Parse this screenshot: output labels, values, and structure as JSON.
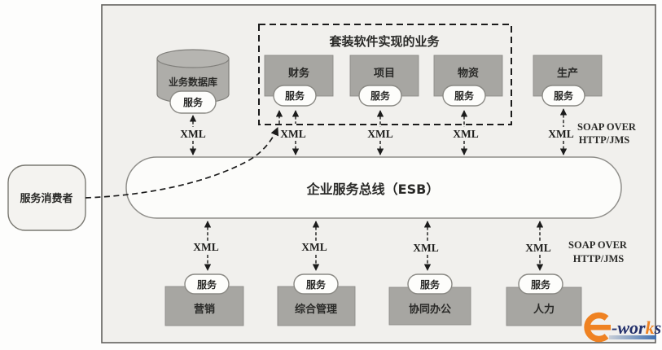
{
  "packaged_box": {
    "title": "套装软件实现的业务"
  },
  "database": {
    "label": "业务数据库"
  },
  "consumer": {
    "label": "服务消费者"
  },
  "esb": {
    "label": "企业服务总线（ESB）"
  },
  "top_modules": [
    {
      "label": "财务"
    },
    {
      "label": "项目"
    },
    {
      "label": "物资"
    },
    {
      "label": "生产"
    }
  ],
  "bottom_modules": [
    {
      "label": "营销"
    },
    {
      "label": "综合管理"
    },
    {
      "label": "协同办公"
    },
    {
      "label": "人力"
    }
  ],
  "labels": {
    "xml": "XML",
    "service": "服务",
    "soap_line1": "SOAP OVER",
    "soap_line2": "HTTP/JMS"
  },
  "logo": {
    "name": "e-works",
    "part_wor": "-wor",
    "part_k": "k",
    "part_s": "s"
  },
  "colors": {
    "module_gray": "#a7a6a2",
    "panel_bg": "#f1f0ed",
    "line_black": "#1c1c1c",
    "logo_orange": "#ef8222",
    "logo_navy": "#23306b"
  }
}
